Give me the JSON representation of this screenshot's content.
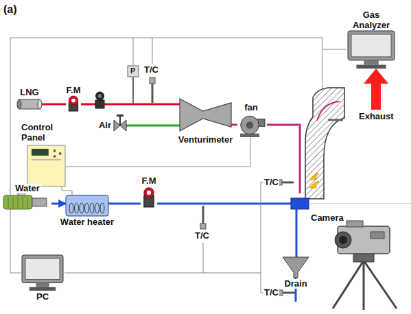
{
  "diagram": {
    "nodes": [
      {
        "text": [
          "Gas Analyzer"
        ]
      },
      {
        "text": [
          "LNG"
        ]
      },
      {
        "text": [
          "F.M"
        ]
      },
      {
        "text": [
          "Control Panel"
        ]
      },
      {
        "text": [
          "Air"
        ]
      },
      {
        "text": [
          "Venturimeter"
        ]
      },
      {
        "text": [
          "fan"
        ]
      },
      {
        "text": [
          "Water"
        ]
      },
      {
        "text": [
          "Water heater"
        ]
      },
      {
        "text": [
          "F.M"
        ]
      },
      {
        "text": [
          "Drain"
        ]
      },
      {
        "text": [
          "PC"
        ]
      }
    ],
    "edges": [
      {
        "from": 1,
        "to": 2,
        "arrow": "none"
      },
      {
        "from": 2,
        "to": 5,
        "arrow": "none"
      },
      {
        "from": 4,
        "to": 5,
        "arrow": "none"
      },
      {
        "from": 5,
        "to": 6,
        "arrow": "none"
      },
      {
        "from": 7,
        "to": 8,
        "arrow": "to"
      },
      {
        "from": 8,
        "to": 9,
        "arrow": "none"
      },
      {
        "from": 9,
        "to": 10,
        "arrow": "none"
      },
      {
        "from": 3,
        "to": 8,
        "arrow": "none"
      },
      {
        "from": 3,
        "to": 6,
        "arrow": "none"
      },
      {
        "from": 11,
        "to": 0,
        "arrow": "none"
      }
    ],
    "labels": [
      "(a)",
      "P",
      "T/C",
      "T/C",
      "T/C",
      "T/C",
      "Exhaust",
      "Camera"
    ]
  }
}
